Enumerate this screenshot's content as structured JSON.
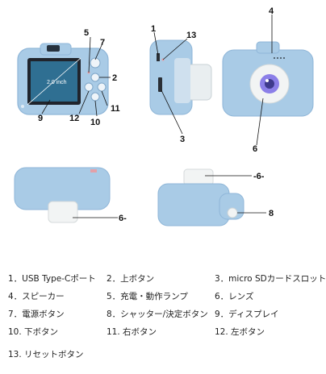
{
  "screen_label": "2.0 inch",
  "callouts": {
    "c1": "1",
    "c2": "2",
    "c3": "3",
    "c4": "4",
    "c5": "5",
    "c6": "6",
    "c7": "7",
    "c8": "8",
    "c9": "9",
    "c10": "10",
    "c11": "11",
    "c12": "12",
    "c13": "13",
    "c6_top": "-6-",
    "c6_bottom": "6-"
  },
  "legend": [
    [
      "1．USB Type-Cポート",
      "2．上ボタン",
      "3．micro SDカードスロット"
    ],
    [
      "4．スピーカー",
      "5．充電・動作ランプ",
      "6．レンズ"
    ],
    [
      "7．電源ボタン",
      "8．シャッター/決定ボタン",
      "9．ディスプレイ"
    ],
    [
      "10. 下ボタン",
      "11. 右ボタン",
      "12. 左ボタン"
    ],
    [
      "13. リセットボタン"
    ]
  ],
  "colors": {
    "body": "#a9cbe6",
    "body_dark": "#8fb6d8",
    "lens_white": "#f2f4f4",
    "screen": "#20242c",
    "accent_pink": "#e3a0a8"
  }
}
